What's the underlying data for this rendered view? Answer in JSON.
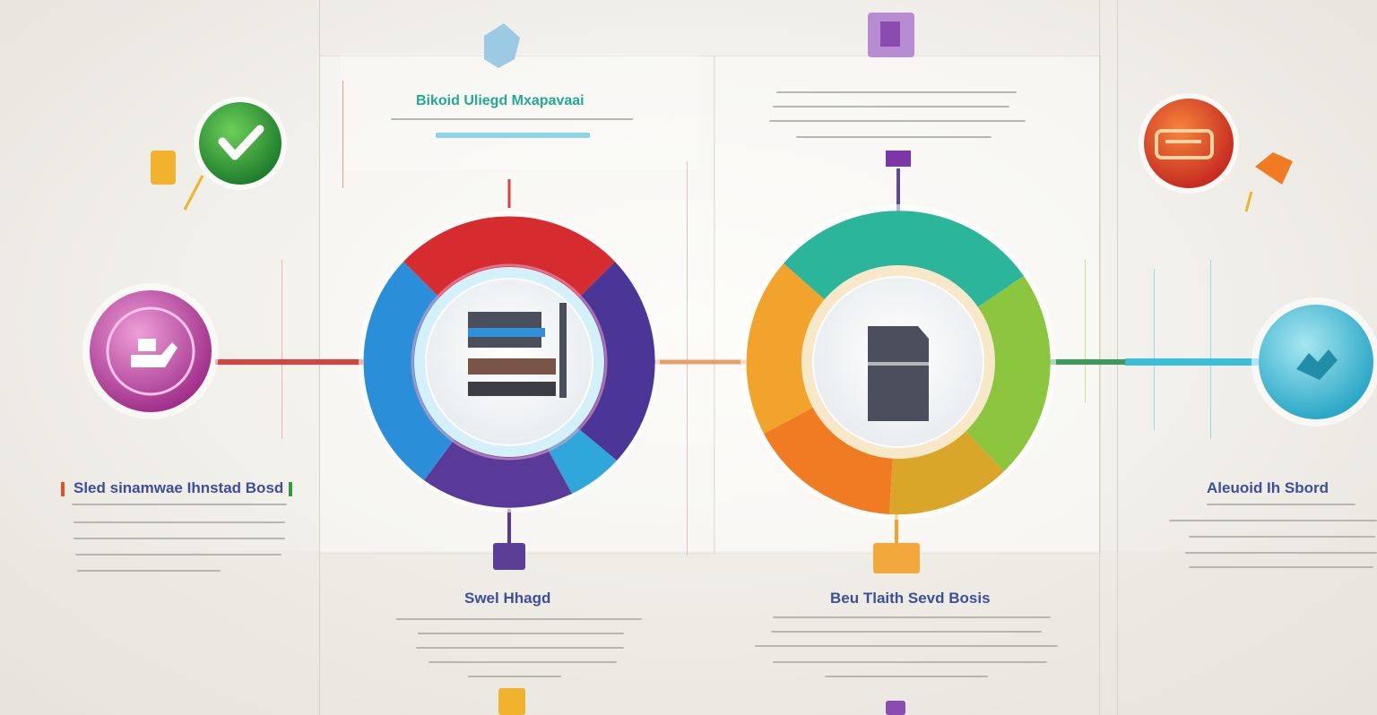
{
  "colors": {
    "background": "#f1efe9",
    "green": "#2f9a3b",
    "orange_red": "#e0502a",
    "magenta": "#b3409c",
    "cyan": "#3cb6d2",
    "red": "#d62b2f",
    "blue": "#2a8fd8",
    "purple": "#5a3a99",
    "teal": "#2bb59b",
    "yellow_orange": "#f2a32c",
    "lime": "#8cc63f",
    "heading_teal": "#23a98e",
    "heading_navy": "#3d4f9a"
  },
  "headings": {
    "top_left": "Bikoid Uliegd Mxapavaai",
    "mid_left": "Sled sinamwae Ihnstad Bosd",
    "bottom_center_left": "Swel Hhagd",
    "bottom_center_right": "Beu Tlaith Sevd Bosis",
    "right": "Aleuoid Ih Sbord"
  },
  "icons": {
    "node_left_top": "check-icon",
    "node_left_mid": "hand-icon",
    "node_right_top": "chat-icon",
    "node_right_mid": "handshake-icon",
    "ring_left": "document-icon",
    "ring_right": "folder-icon",
    "badge_top": "number-badge-icon",
    "badge_top_left": "puzzle-icon"
  }
}
